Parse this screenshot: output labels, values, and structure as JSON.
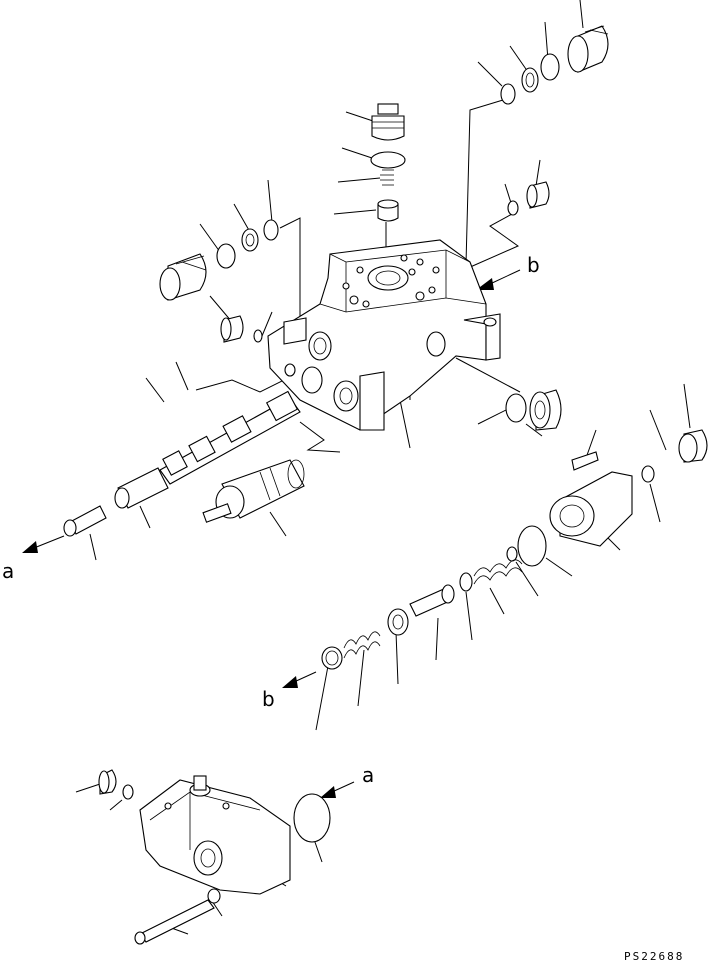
{
  "diagram": {
    "labels": {
      "a_left": "a",
      "a_bottom": "a",
      "b_top": "b",
      "b_middle": "b"
    },
    "drawing_code": "PS22688"
  }
}
